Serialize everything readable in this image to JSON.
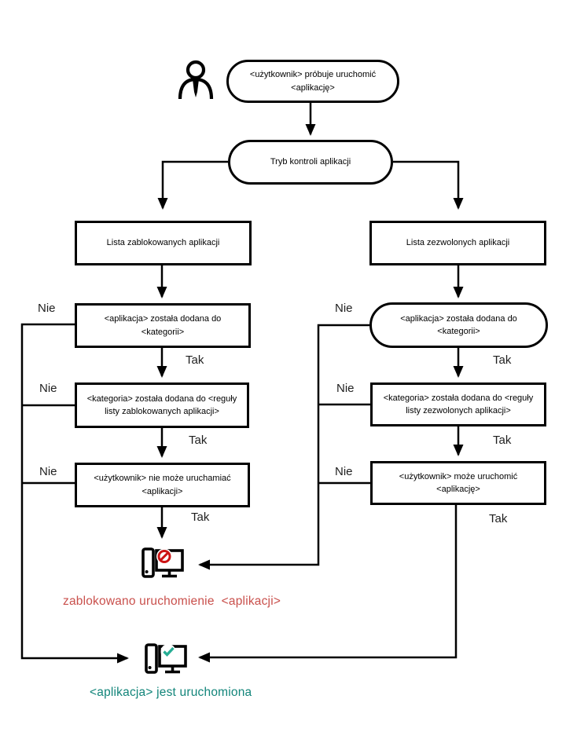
{
  "diagram": {
    "title_node": "Tryb kontroli aplikacji",
    "start": {
      "label": "<użytkownik> próbuje uruchomić\n<aplikację>"
    },
    "left_branch": {
      "list": "Lista zablokowanych aplikacji",
      "step1": "<aplikacja>  została dodana do  <kategorii>",
      "step2": "<kategoria> została dodana do <reguły\nlisty zablokowanych aplikacji>",
      "step3": "<użytkownik> nie może uruchamiać\n<aplikacji>"
    },
    "right_branch": {
      "list": "Lista zezwolonych aplikacji",
      "step1": "<aplikacja>  została dodana do  <kategorii>",
      "step2": "<kategoria> została dodana do <reguły\nlisty zezwolonych aplikacji>",
      "step3": "<użytkownik> może uruchomić <aplikację>"
    },
    "labels": {
      "yes": "Tak",
      "no": "Nie"
    },
    "outcomes": {
      "blocked": "zablokowano uruchomienie  <aplikacji>",
      "running": "<aplikacja> jest uruchomiona"
    },
    "colors": {
      "blocked_text": "#c9504c",
      "prohibition_sign": "#cc1414",
      "running_text": "#12857a",
      "check_sign": "#26ad94",
      "line": "#000000"
    },
    "icons": [
      "user-icon",
      "blocked-computer-icon",
      "running-computer-icon"
    ]
  }
}
